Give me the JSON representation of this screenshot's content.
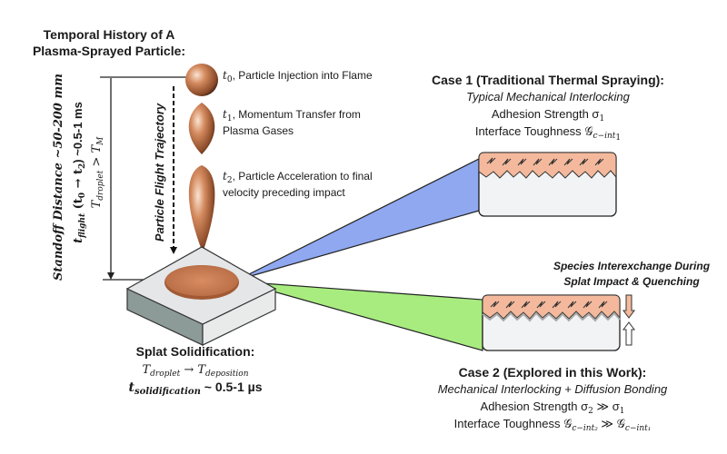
{
  "title": {
    "line1": "Temporal History of A",
    "line2": "Plasma-Sprayed Particle:"
  },
  "left_axis": {
    "standoff": "Standoff Distance ~50-200 mm",
    "flight_t": "t",
    "flight_sub": "flight",
    "flight_paren_open": " (t",
    "flight_sub0": "0",
    "flight_arrow": " → t",
    "flight_sub2": "2",
    "flight_rest": ") ~0.5-1 ms",
    "temp_T": "T",
    "temp_sub": "droplet",
    "temp_rest": " > T",
    "temp_subM": "M"
  },
  "trajectory_label": "Particle Flight Trajectory",
  "stages": [
    {
      "sym": "t",
      "sub": "0",
      "line1": ", Particle Injection into Flame",
      "line2": ""
    },
    {
      "sym": "t",
      "sub": "1",
      "line1": ", Momentum Transfer from",
      "line2": "Plasma Gases"
    },
    {
      "sym": "t",
      "sub": "2",
      "line1": ", Particle Acceleration to final",
      "line2": "velocity preceding impact"
    }
  ],
  "splat": {
    "title": "Splat Solidification:",
    "T1": "T",
    "T1_sub": "droplet",
    "arrow": " → T",
    "T2_sub": "deposition",
    "t": "t",
    "t_sub": "solidification",
    "t_rest": " ~ 0.5-1 µs"
  },
  "case1": {
    "title": "Case 1 (Traditional Thermal Spraying):",
    "subtitle": "Typical Mechanical Interlocking",
    "adhesion": "Adhesion Strength σ",
    "adhesion_sub": "1",
    "toughness": "Interface Toughness 𝒢",
    "toughness_sub": "c−int",
    "toughness_sub2": "1"
  },
  "species": {
    "line1": "Species Interexchange During",
    "line2": "Splat Impact & Quenching"
  },
  "case2": {
    "title": "Case 2 (Explored in this Work):",
    "subtitle": "Mechanical Interlocking + Diffusion Bonding",
    "adhesion": "Adhesion Strength σ",
    "adhesion_sub": "2",
    "adhesion_rest": " ≫ σ",
    "adhesion_sub2": "1",
    "toughness": "Interface Toughness 𝒢",
    "toughness_sub": "c−int₂",
    "toughness_rest": " ≫ 𝒢",
    "toughness_sub2": "c−int₁"
  },
  "colors": {
    "particle": "#c97a4e",
    "coating": "#f4b99c",
    "substrate": "#eef0f2",
    "case1_wedge": "#8fa8f0",
    "case2_wedge": "#a8ec80"
  }
}
